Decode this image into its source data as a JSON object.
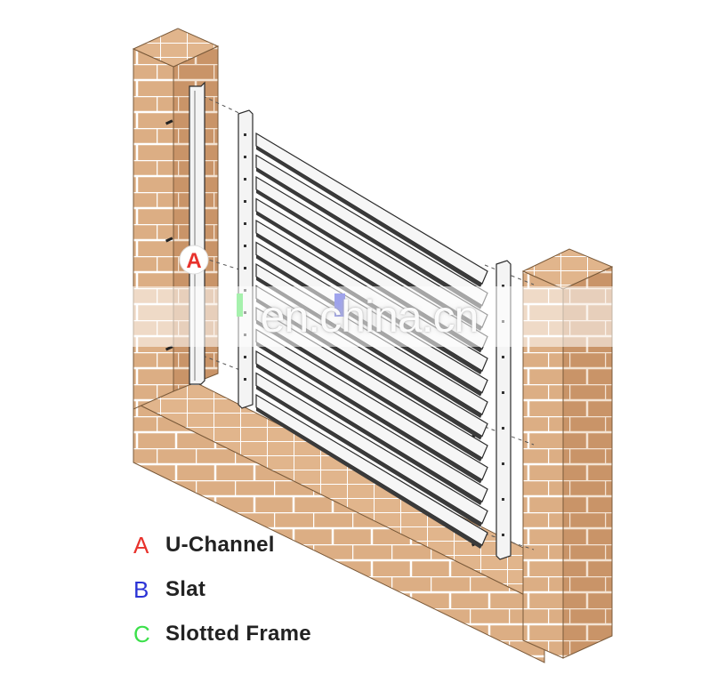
{
  "colors": {
    "brick": "#dcae84",
    "brick_shade": "#c89467",
    "mortar": "#ffffff",
    "metal": "#f4f4f4",
    "outline": "#2b2b2b",
    "label_a": "#e8322c",
    "label_b": "#2b33d6",
    "label_c": "#3be04a"
  },
  "callout": {
    "letter": "A"
  },
  "watermark": "en.china.cn",
  "legend": [
    {
      "letter": "A",
      "text": "U-Channel",
      "color": "#e8322c"
    },
    {
      "letter": "B",
      "text": "Slat",
      "color": "#2b33d6"
    },
    {
      "letter": "C",
      "text": "Slotted Frame",
      "color": "#3be04a"
    }
  ]
}
